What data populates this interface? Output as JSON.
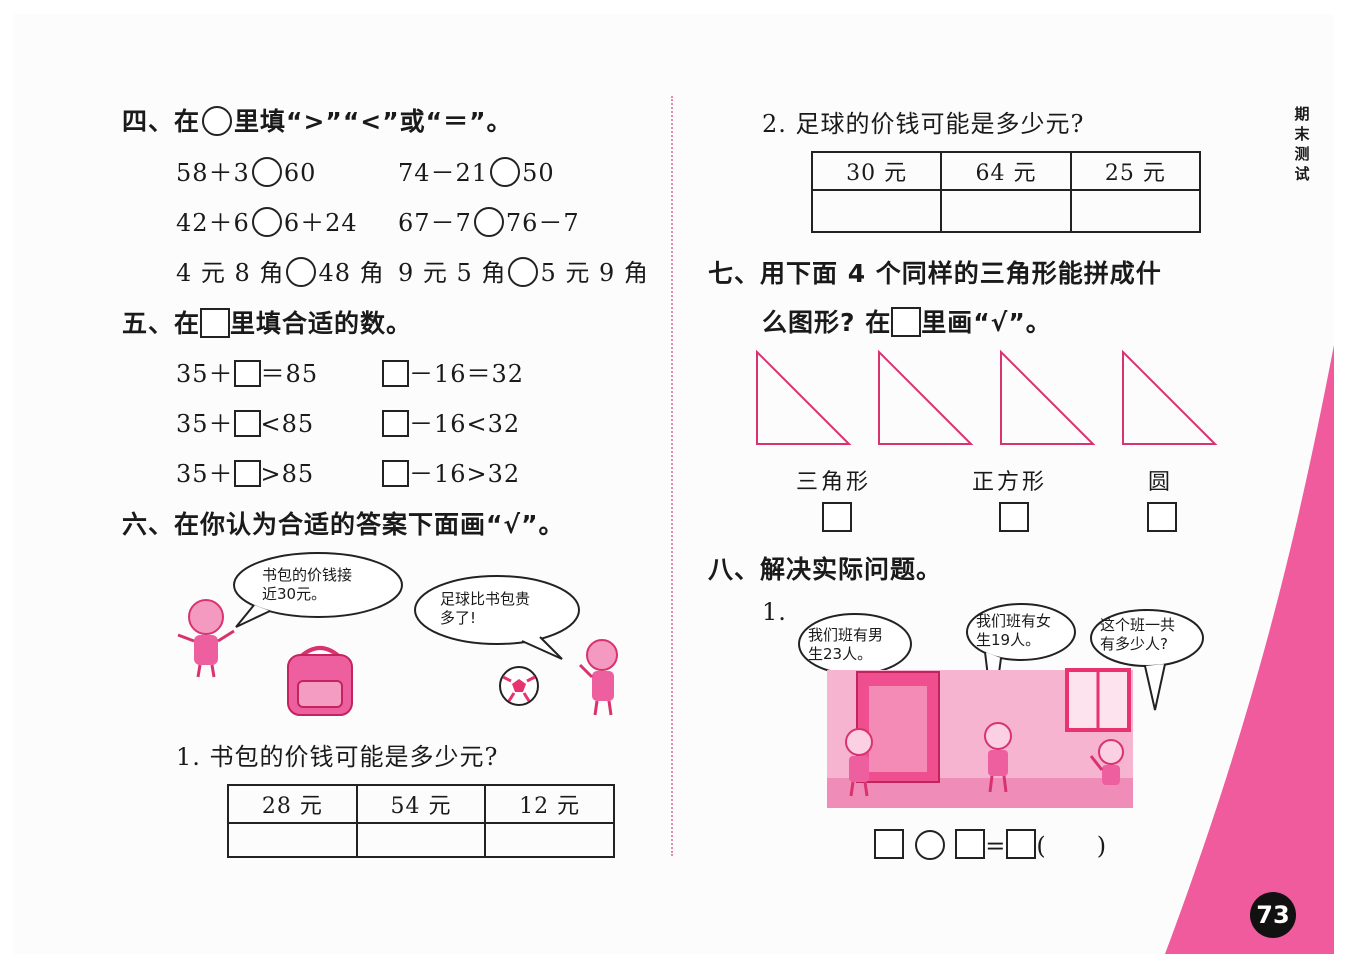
{
  "left": {
    "s4": {
      "heading_pre": "四、在",
      "heading_post": "里填“>”“<”或“＝”。",
      "rows": [
        {
          "a": "58＋3",
          "b": "60",
          "c": "74－21",
          "d": "50"
        },
        {
          "a": "42＋6",
          "b": "6＋24",
          "c": "67－7",
          "d": "76－7"
        },
        {
          "a": "4 元 8 角",
          "b": "48 角",
          "c": "9 元 5 角",
          "d": "5 元 9 角"
        }
      ]
    },
    "s5": {
      "heading_pre": "五、在",
      "heading_post": "里填合适的数。",
      "rows": [
        {
          "a_pre": "35＋",
          "a_post": "＝85",
          "b_post": "－16＝32"
        },
        {
          "a_pre": "35＋",
          "a_post": "<85",
          "b_post": "－16<32"
        },
        {
          "a_pre": "35＋",
          "a_post": ">85",
          "b_post": "－16>32"
        }
      ]
    },
    "s6": {
      "heading": "六、在你认为合适的答案下面画“√”。",
      "bubble1": [
        "书包的价钱接",
        "近30元。"
      ],
      "bubble2": [
        "足球比书包贵",
        "多了!"
      ],
      "q1": "1. 书包的价钱可能是多少元?",
      "q1_options": [
        "28 元",
        "54 元",
        "12 元"
      ]
    }
  },
  "right": {
    "q2": "2. 足球的价钱可能是多少元?",
    "q2_options": [
      "30 元",
      "64 元",
      "25 元"
    ],
    "s7": {
      "heading_line1": "七、用下面 4 个同样的三角形能拼成什",
      "heading_line2_pre": "么图形? 在",
      "heading_line2_post": "里画“√”。",
      "shapes": [
        "三角形",
        "正方形",
        "圆"
      ]
    },
    "s8": {
      "heading": "八、解决实际问题。",
      "item_num": "1.",
      "bubble_boy": [
        "我们班有男",
        "生23人。"
      ],
      "bubble_girl": [
        "我们班有女",
        "生19人。"
      ],
      "bubble_third": [
        "这个班一共",
        "有多少人?"
      ],
      "eq_sign": "=",
      "paren": "(　　)"
    },
    "side_tab": [
      "期",
      "末",
      "测",
      "试"
    ],
    "page_number": "73"
  },
  "colors": {
    "accent_pink": "#e8579a",
    "line_pink": "#d9336f",
    "divider": "#e48ab0"
  }
}
